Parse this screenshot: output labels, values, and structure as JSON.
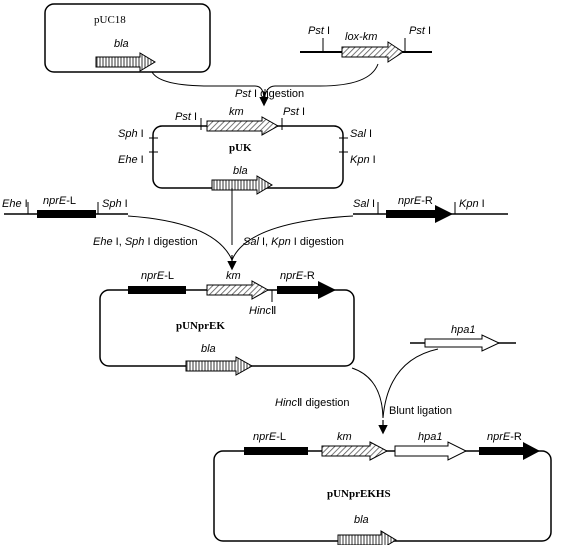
{
  "plasmids": {
    "puc18": {
      "name": "pUC18",
      "gene": "bla"
    },
    "puk": {
      "name": "pUK",
      "km": "km",
      "bla": "bla",
      "pst_left": "Pst",
      "pst_right": "Pst",
      "roman1": "I",
      "sph": "Sph",
      "ehe": "Ehe",
      "sal": "Sal",
      "kpn": "Kpn"
    },
    "pun": {
      "name": "pUNprEK",
      "nprel_it": "nprE",
      "nprel_suffix": "-L",
      "km": "km",
      "nprer_it": "nprE",
      "nprer_suffix": "-R",
      "hinc": "Hinc",
      "roman2": "Ⅱ",
      "bla": "bla"
    },
    "punhs": {
      "name": "pUNprEKHS",
      "nprel_it": "nprE",
      "nprel_suffix": "-L",
      "km": "km",
      "hpa": "hpa1",
      "nprer_it": "nprE",
      "nprer_suffix": "-R",
      "bla": "bla"
    }
  },
  "fragments": {
    "loxkm": {
      "pst": "Pst",
      "roman1": "I",
      "label": "lox-km"
    },
    "nprel": {
      "ehe": "Ehe",
      "roman1": "I",
      "label_it": "nprE",
      "label_suffix": "-L",
      "sph": "Sph"
    },
    "nprer": {
      "sal": "Sal",
      "roman1": "I",
      "label_it": "nprE",
      "label_suffix": "-R",
      "kpn": "Kpn"
    },
    "hpa": {
      "label": "hpa1"
    }
  },
  "steps": {
    "pst_digestion": {
      "enzyme": "Pst",
      "roman1": "I",
      "text": " digestion"
    },
    "ehe_sph": {
      "e1": "Ehe",
      "r1": " I, ",
      "e2": "Sph",
      "r2": " I digestion"
    },
    "sal_kpn": {
      "e1": "Sal",
      "r1": " I, ",
      "e2": "Kpn",
      "r2": " I digestion"
    },
    "hinc_digestion": {
      "enzyme": "Hinc",
      "roman2": "Ⅱ",
      "text": " digestion"
    },
    "blunt": "Blunt ligation"
  },
  "colors": {
    "line": "#000000",
    "hatch_fill": "#cfcfcf",
    "black_block": "#000000"
  }
}
